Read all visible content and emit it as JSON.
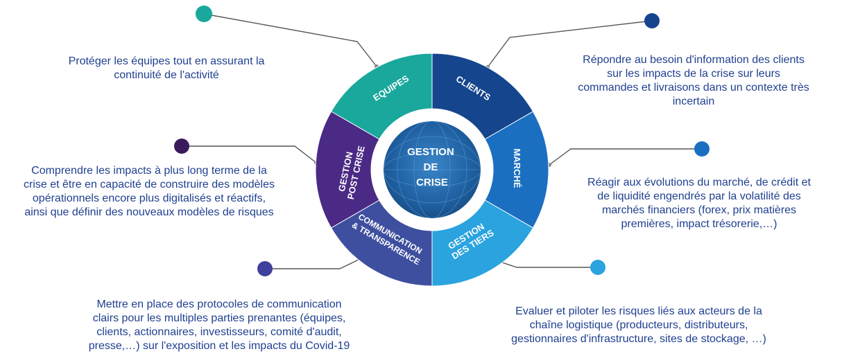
{
  "center": {
    "lines": [
      "GESTION",
      "DE",
      "CRISE"
    ],
    "color": "#1e5fa0"
  },
  "segments": [
    {
      "id": "equipes",
      "label_lines": [
        "EQUIPES"
      ],
      "color": "#1aa89c",
      "description": "Protéger les équipes tout en assurant la\ncontinuité de l'activité",
      "dot_color": "#1aa89c"
    },
    {
      "id": "clients",
      "label_lines": [
        "CLIENTS"
      ],
      "color": "#15458d",
      "description": "Répondre au besoin d'information des clients\nsur les impacts de la crise sur leurs\ncommandes et livraisons dans un contexte très\nincertain",
      "dot_color": "#15458d"
    },
    {
      "id": "marche",
      "label_lines": [
        "MARCHÉ"
      ],
      "color": "#1b6fc0",
      "description": "Réagir aux évolutions du marché, de crédit et\nde liquidité engendrés par la volatilité  des\nmarchés financiers (forex, prix matières\npremières, impact trésorerie,…)",
      "dot_color": "#1b6fc0"
    },
    {
      "id": "gestion-tiers",
      "label_lines": [
        "GESTION",
        "DES TIERS"
      ],
      "color": "#2aa3df",
      "description": "Evaluer et piloter les risques liés aux acteurs de la\nchaîne logistique (producteurs, distributeurs,\ngestionnaires d'infrastructure, sites de stockage, …)",
      "dot_color": "#2aa3df"
    },
    {
      "id": "communication",
      "label_lines": [
        "COMMUNICATION",
        "& TRANSPARENCE"
      ],
      "color": "#3e4f9f",
      "description": "Mettre en place des protocoles de communication\nclairs pour les multiples parties prenantes (équipes,\nclients, actionnaires, investisseurs, comité d'audit,\npresse,…) sur l'exposition et les impacts du Covid-19",
      "dot_color": "#3f3f9c"
    },
    {
      "id": "post-crise",
      "label_lines": [
        "GESTION",
        "POST CRISE"
      ],
      "color": "#4b2a85",
      "description": "Comprendre les impacts à plus long terme de la\ncrise et être en capacité de construire des modèles\nopérationnels encore plus digitalisés et réactifs,\nainsi que définir des nouveaux modèles de risques",
      "dot_color": "#3b1a5c"
    }
  ]
}
